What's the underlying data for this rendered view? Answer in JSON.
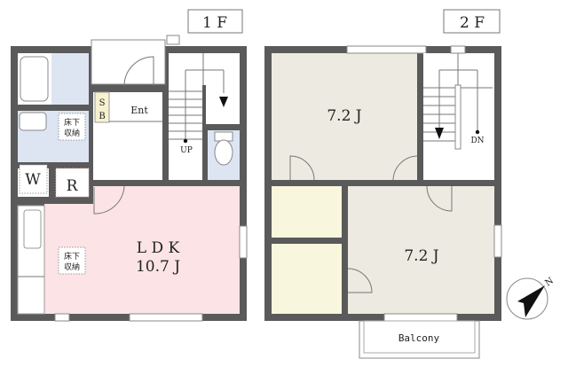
{
  "floors": {
    "first": {
      "label": "1 F",
      "rooms": {
        "ldk_name": "L D K",
        "ldk_size": "10.7 J",
        "entrance": "Ent",
        "shoebox_top": "S",
        "shoebox_bottom": "B",
        "washer": "W",
        "fridge": "R",
        "stair_up": "UP",
        "underfloor_storage_1_top": "床下",
        "underfloor_storage_1_bottom": "収納",
        "underfloor_storage_2_top": "床下",
        "underfloor_storage_2_bottom": "収納"
      }
    },
    "second": {
      "label": "2 F",
      "rooms": {
        "north_room_size": "7.2 J",
        "south_room_size": "7.2 J",
        "stair_down": "DN",
        "balcony": "Balcony"
      }
    }
  },
  "compass": {
    "label": "N",
    "icon": "north-arrow-icon"
  },
  "colors": {
    "wall": "#5a5a5a",
    "wet_area": "#dde5f3",
    "ldk": "#fbe3e6",
    "bedroom": "#edeae1",
    "closet": "#f8f6dc",
    "shoebox": "#f6f1cf"
  }
}
